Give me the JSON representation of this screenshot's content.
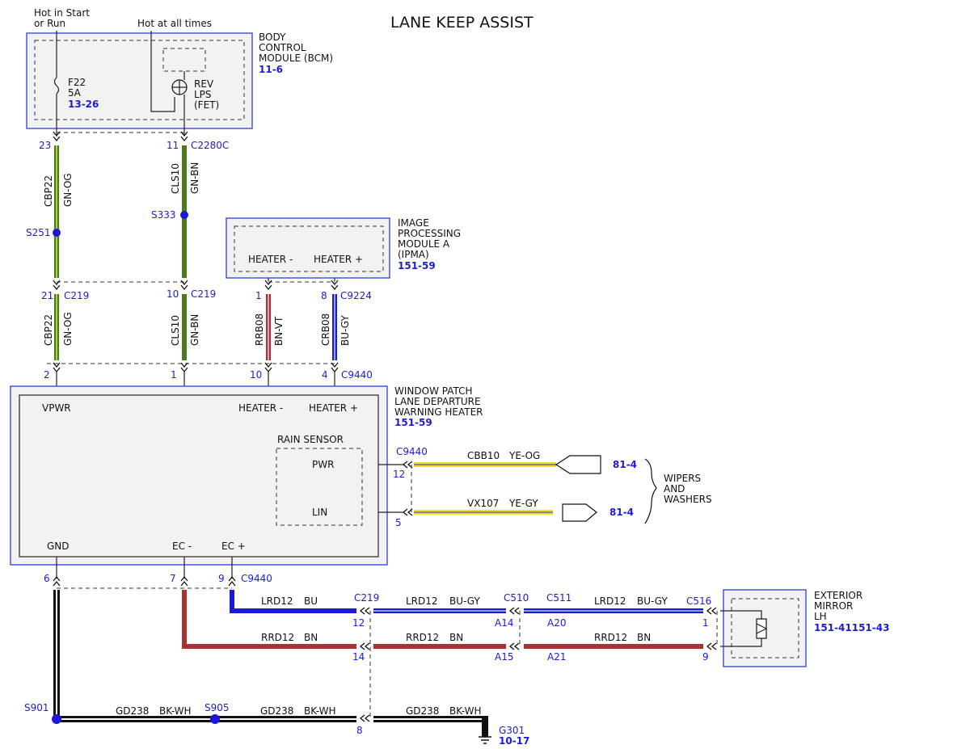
{
  "title": "LANE KEEP ASSIST",
  "colors": {
    "green": "#4a7a1c",
    "green_og": "#a9d23c",
    "red": "#a93232",
    "red_vt": "#d8a0c0",
    "blue": "#1a1ad6",
    "blue_gy": "#8fa3d8",
    "yellow": "#f0e020",
    "black": "#111111",
    "white": "#ffffff",
    "module_border": "#2b3fd6",
    "ref_text": "#1c1cd6"
  },
  "power": {
    "hot_start_1": "Hot in Start",
    "hot_start_2": "or Run",
    "hot_all": "Hot at all times"
  },
  "bcm": {
    "name1": "BODY",
    "name2": "CONTROL",
    "name3": "MODULE (BCM)",
    "ref": "11-6",
    "fuse_id": "F22",
    "fuse_amp": "5A",
    "fuse_ref": "13-26",
    "fet1": "REV",
    "fet2": "LPS",
    "fet3": "(FET)"
  },
  "ipma": {
    "name1": "IMAGE",
    "name2": "PROCESSING",
    "name3": "MODULE A",
    "name4": "(IPMA)",
    "ref": "151-59",
    "heater_neg": "HEATER -",
    "heater_pos": "HEATER +"
  },
  "heater_module": {
    "name1": "WINDOW PATCH",
    "name2": "LANE DEPARTURE",
    "name3": "WARNING HEATER",
    "ref": "151-59",
    "vpwr": "VPWR",
    "heater_neg": "HEATER -",
    "heater_pos": "HEATER +",
    "rain_sensor": "RAIN SENSOR",
    "pwr": "PWR",
    "lin": "LIN",
    "gnd": "GND",
    "ec_neg": "EC -",
    "ec_pos": "EC +"
  },
  "mirror": {
    "name1": "EXTERIOR",
    "name2": "MIRROR",
    "name3": "LH",
    "ref": "151-41151-43"
  },
  "wipers": {
    "line1": "WIPERS",
    "line2": "AND",
    "line3": "WASHERS",
    "ref1": "81-4",
    "ref2": "81-4"
  },
  "connectors": {
    "c2280c": "C2280C",
    "c219_a": "C219",
    "c219_b": "C219",
    "c9224": "C9224",
    "c9440_top": "C9440",
    "c9440_right": "C9440",
    "c9440_bottom": "C9440",
    "c219_c": "C219",
    "c510": "C510",
    "c511": "C511",
    "c516": "C516",
    "g301": "G301",
    "g301_ref": "10-17"
  },
  "pins": {
    "p23": "23",
    "p11": "11",
    "p21": "21",
    "p10a": "10",
    "p1a": "1",
    "p8": "8",
    "p2": "2",
    "p1b": "1",
    "p10b": "10",
    "p4": "4",
    "p12a": "12",
    "p5": "5",
    "p6": "6",
    "p7": "7",
    "p9a": "9",
    "p12b": "12",
    "p14": "14",
    "pA14": "A14",
    "pA15": "A15",
    "pA20": "A20",
    "pA21": "A21",
    "p1c": "1",
    "p9b": "9",
    "p8b": "8"
  },
  "splices": {
    "s251": "S251",
    "s333": "S333",
    "s901": "S901",
    "s905": "S905"
  },
  "wires": {
    "cbp22_top": {
      "circuit": "CBP22",
      "color": "GN-OG"
    },
    "cls10_top": {
      "circuit": "CLS10",
      "color": "GN-BN"
    },
    "cbp22_bot": {
      "circuit": "CBP22",
      "color": "GN-OG"
    },
    "cls10_bot": {
      "circuit": "CLS10",
      "color": "GN-BN"
    },
    "rrb08": {
      "circuit": "RRB08",
      "color": "BN-VT"
    },
    "crb08": {
      "circuit": "CRB08",
      "color": "BU-GY"
    },
    "cbb10": {
      "circuit": "CBB10",
      "color": "YE-OG"
    },
    "vx107": {
      "circuit": "VX107",
      "color": "YE-GY"
    },
    "lrd12_a": {
      "circuit": "LRD12",
      "color": "BU"
    },
    "lrd12_b": {
      "circuit": "LRD12",
      "color": "BU-GY"
    },
    "lrd12_c": {
      "circuit": "LRD12",
      "color": "BU-GY"
    },
    "rrd12_a": {
      "circuit": "RRD12",
      "color": "BN"
    },
    "rrd12_b": {
      "circuit": "RRD12",
      "color": "BN"
    },
    "rrd12_c": {
      "circuit": "RRD12",
      "color": "BN"
    },
    "gd238_a": {
      "circuit": "GD238",
      "color": "BK-WH"
    },
    "gd238_b": {
      "circuit": "GD238",
      "color": "BK-WH"
    },
    "gd238_c": {
      "circuit": "GD238",
      "color": "BK-WH"
    }
  }
}
